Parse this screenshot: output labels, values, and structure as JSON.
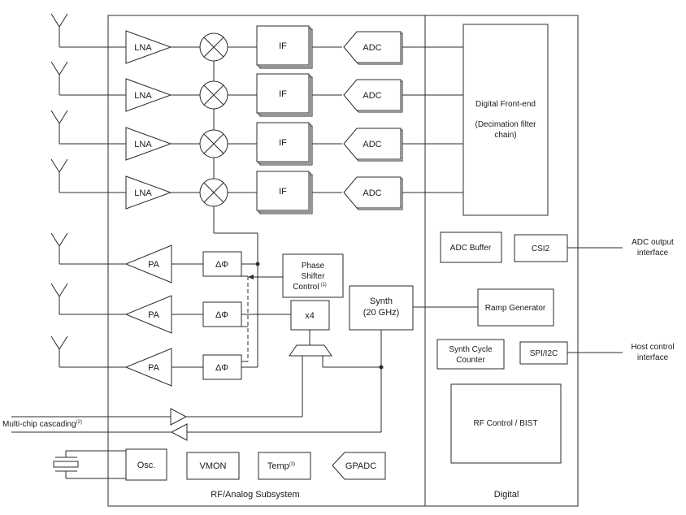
{
  "blocks": {
    "lna": "LNA",
    "if": "IF",
    "adc": "ADC",
    "pa": "PA",
    "phase_shift": "ΔΦ",
    "phase_shifter_control": [
      "Phase",
      "Shifter",
      "Control"
    ],
    "phase_shifter_note": "(1)",
    "x4": "x4",
    "synth": [
      "Synth",
      "(20 GHz)"
    ],
    "osc": "Osc.",
    "vmon": "VMON",
    "temp": "Temp",
    "temp_note": "(3)",
    "gpadc": "GPADC",
    "digital_front_end": [
      "Digital Front-end",
      "(Decimation filter",
      "chain)"
    ],
    "adc_buffer": "ADC Buffer",
    "csi2": "CSI2",
    "ramp_generator": "Ramp Generator",
    "synth_cycle_counter": [
      "Synth Cycle",
      "Counter"
    ],
    "spi_i2c": "SPI/I2C",
    "rf_control_bist": "RF Control / BIST"
  },
  "regions": {
    "rf_analog": "RF/Analog Subsystem",
    "digital": "Digital"
  },
  "external": {
    "adc_output": [
      "ADC output",
      "interface"
    ],
    "host_control": [
      "Host control",
      "interface"
    ],
    "multi_chip": "Multi-chip cascading",
    "multi_chip_note": "(2)"
  }
}
